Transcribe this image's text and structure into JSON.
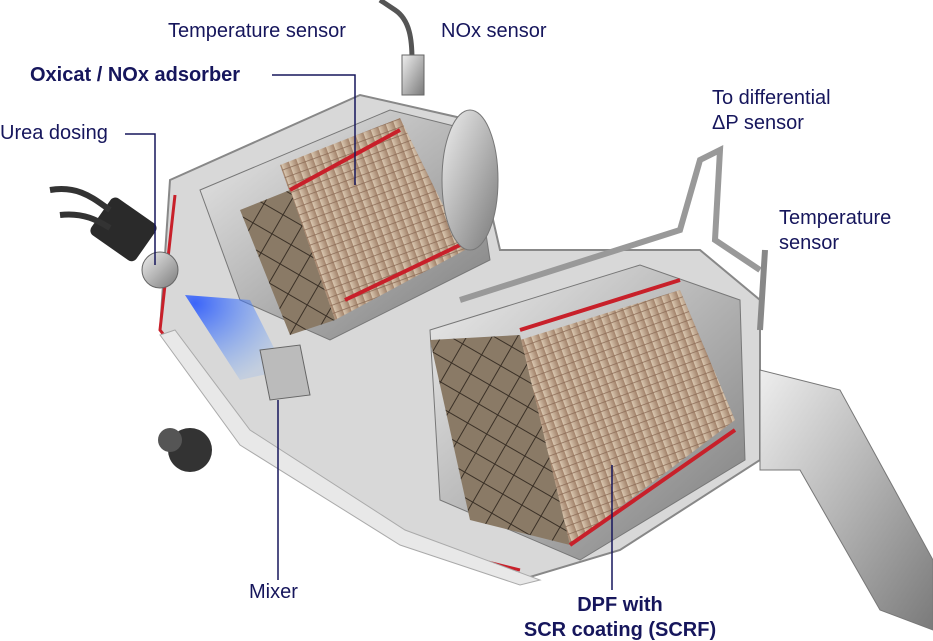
{
  "labels": {
    "temp_sensor_top": "Temperature sensor",
    "nox_sensor": "NOx sensor",
    "oxicat": "Oxicat / NOx adsorber",
    "urea_dosing": "Urea dosing",
    "diff_dp_line1": "To differential",
    "diff_dp_line2": "ΔP sensor",
    "temp_sensor_right_line1": "Temperature",
    "temp_sensor_right_line2": "sensor",
    "mixer": "Mixer",
    "dpf_line1": "DPF with",
    "dpf_line2": "SCR coating (SCRF)"
  },
  "colors": {
    "label": "#16165c",
    "metal": "#c8c8c8",
    "substrate": "#b89a80",
    "coating": "#c8202a",
    "spray": "#2060e0"
  }
}
